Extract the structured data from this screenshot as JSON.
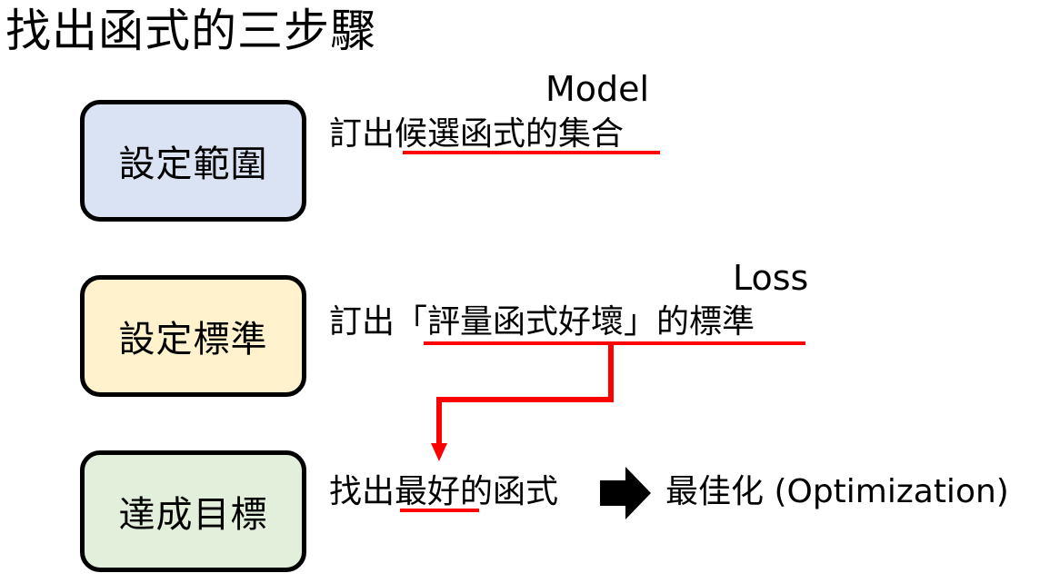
{
  "title": "找出函式的三步驟",
  "steps": [
    {
      "label": "設定範圍",
      "desc_prefix": "訂出",
      "desc_underlined": "候選函式的集合",
      "desc_suffix": "",
      "tag": "Model"
    },
    {
      "label": "設定標準",
      "desc_prefix": "訂出",
      "desc_underlined": "「評量函式好壞」的標準",
      "desc_suffix": "",
      "tag": "Loss"
    },
    {
      "label": "達成目標",
      "desc_prefix": "找出",
      "desc_underlined": "最好",
      "desc_suffix": "的函式",
      "tag": ""
    }
  ],
  "optimization_label": "最佳化 (Optimization)",
  "colors": {
    "box1_fill": "#dae3f3",
    "box2_fill": "#fff2cc",
    "box3_fill": "#e2efda",
    "underline": "#ff0000",
    "connector": "#ff0000"
  },
  "icons": {
    "arrow": "right-arrow-icon"
  }
}
